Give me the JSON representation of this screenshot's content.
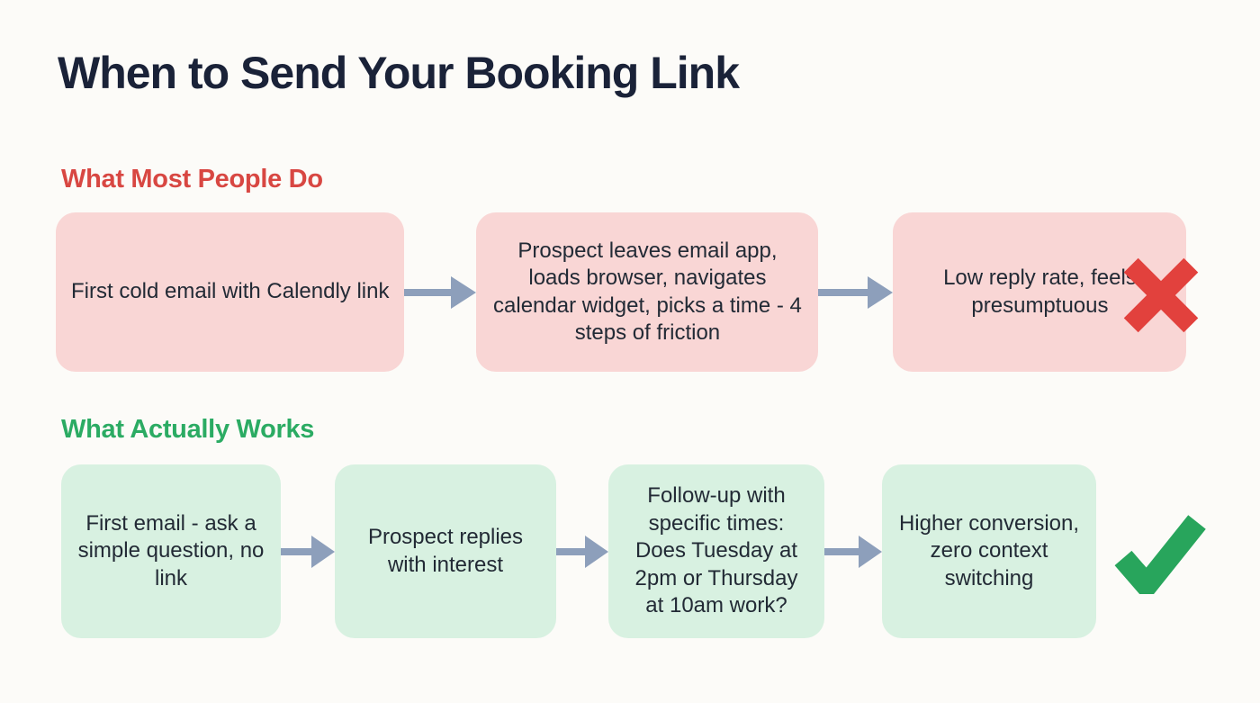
{
  "page": {
    "title": "When to Send Your Booking Link"
  },
  "colors": {
    "page_bg": "#fcfbf8",
    "title_text": "#1a2238",
    "bad_heading": "#d84742",
    "bad_box_bg": "#f9d6d5",
    "good_heading": "#2bab63",
    "good_box_bg": "#d8f1e1",
    "box_text": "#222a35",
    "arrow": "#8d9fbb",
    "cross": "#e2413d",
    "check": "#28a55c"
  },
  "bad_flow": {
    "heading": "What Most People Do",
    "steps": [
      "First cold email with Calendly link",
      "Prospect leaves email app, loads browser, navigates calendar widget, picks a time - 4 steps of friction",
      "Low reply rate, feels presumptuous"
    ],
    "result_icon": "cross-icon"
  },
  "good_flow": {
    "heading": "What Actually Works",
    "steps": [
      "First email - ask a simple question, no link",
      "Prospect replies with interest",
      "Follow-up with specific times: Does Tuesday at 2pm or Thursday at 10am work?",
      "Higher conversion, zero context switching"
    ],
    "result_icon": "check-icon"
  }
}
